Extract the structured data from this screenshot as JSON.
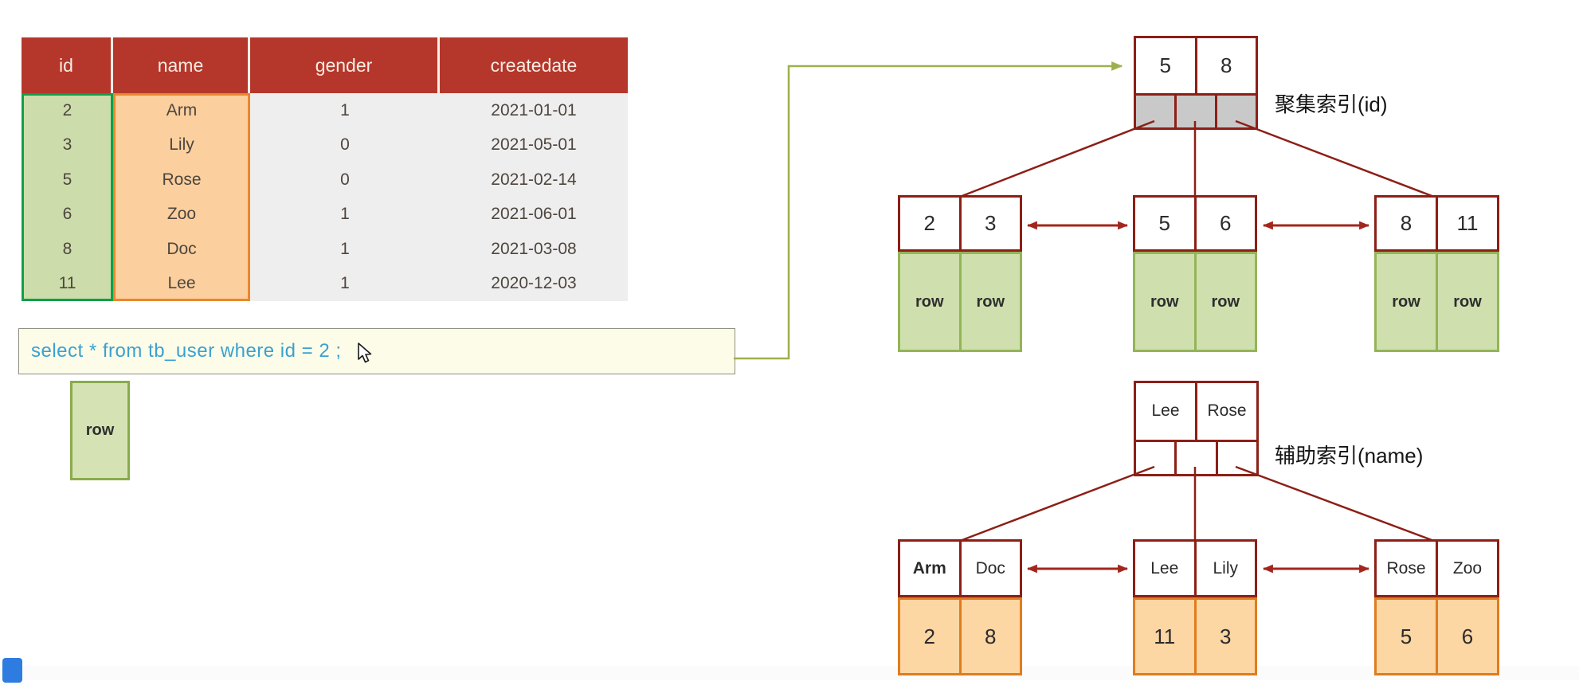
{
  "table": {
    "headers": [
      "id",
      "name",
      "gender",
      "createdate"
    ],
    "rows": [
      {
        "id": "2",
        "name": "Arm",
        "gender": "1",
        "createdate": "2021-01-01"
      },
      {
        "id": "3",
        "name": "Lily",
        "gender": "0",
        "createdate": "2021-05-01"
      },
      {
        "id": "5",
        "name": "Rose",
        "gender": "0",
        "createdate": "2021-02-14"
      },
      {
        "id": "6",
        "name": "Zoo",
        "gender": "1",
        "createdate": "2021-06-01"
      },
      {
        "id": "8",
        "name": "Doc",
        "gender": "1",
        "createdate": "2021-03-08"
      },
      {
        "id": "11",
        "name": "Lee",
        "gender": "1",
        "createdate": "2020-12-03"
      }
    ]
  },
  "sql": {
    "query": "select * from tb_user where id = 2 ;"
  },
  "standalone_row_box": {
    "label": "row"
  },
  "clustered_index": {
    "label": "聚集索引(id)",
    "root": {
      "keys": [
        "5",
        "8"
      ]
    },
    "leaves": [
      {
        "keys": [
          "2",
          "3"
        ],
        "values": [
          "row",
          "row"
        ]
      },
      {
        "keys": [
          "5",
          "6"
        ],
        "values": [
          "row",
          "row"
        ]
      },
      {
        "keys": [
          "8",
          "11"
        ],
        "values": [
          "row",
          "row"
        ]
      }
    ]
  },
  "secondary_index": {
    "label": "辅助索引(name)",
    "root": {
      "keys": [
        "Lee",
        "Rose"
      ]
    },
    "leaves": [
      {
        "keys": [
          "Arm",
          "Doc"
        ],
        "values": [
          "2",
          "8"
        ]
      },
      {
        "keys": [
          "Lee",
          "Lily"
        ],
        "values": [
          "11",
          "3"
        ]
      },
      {
        "keys": [
          "Rose",
          "Zoo"
        ],
        "values": [
          "5",
          "6"
        ]
      }
    ]
  },
  "colors": {
    "table_header_bg": "#b5372b",
    "id_column_bg": "#ccdcab",
    "id_column_border": "#0f9f4a",
    "name_column_bg": "#fbcf9e",
    "name_column_border": "#e8882e",
    "data_column_bg": "#efeeee",
    "sql_box_bg": "#fdfce8",
    "sql_text": "#39a1d1",
    "tree_border": "#8c1f16",
    "arrow_red": "#a3261d",
    "arrow_green": "#9db04c",
    "pointer_cell_gray": "#c9c9c9",
    "row_cell_green_bg": "#cfe0ae",
    "row_cell_green_border": "#94b457",
    "value_cell_orange_bg": "#fcd6a3",
    "value_cell_orange_border": "#e07c1e"
  }
}
